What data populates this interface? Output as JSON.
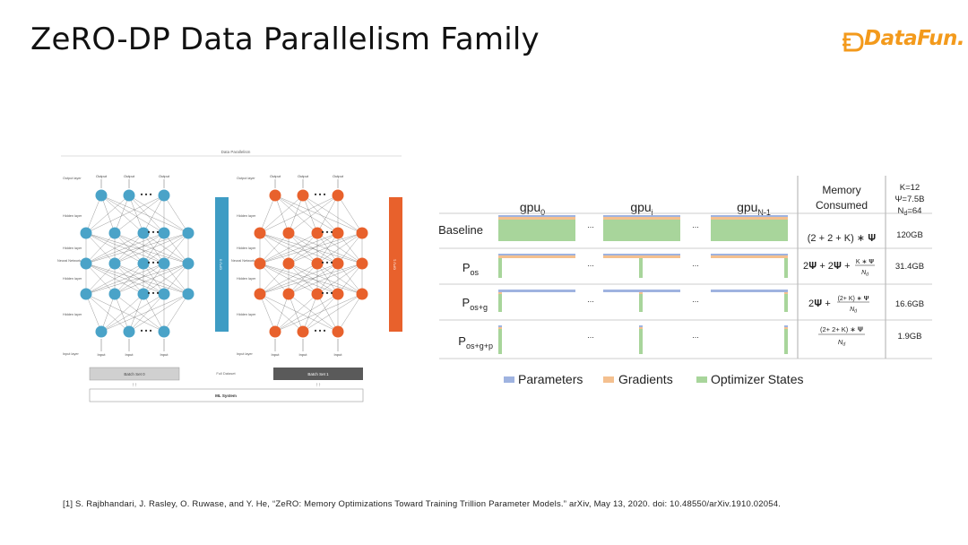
{
  "slide": {
    "title": "ZeRO-DP Data Parallelism Family",
    "logo": "DataFun.",
    "footnote": "[1] S. Rajbhandari, J. Rasley, O. Ruwase, and Y. He, “ZeRO: Memory Optimizations Toward Training Trillion Parameter Models.” arXiv, May 13, 2020. doi: 10.48550/arXiv.1910.02054."
  },
  "nn_figure": {
    "top_title": "Data Parallelism",
    "output_layer": "Output layer",
    "hidden_layer": "Hidden layer",
    "neural_network": "Neural Network",
    "input_layer": "Input layer",
    "output_label": "Output",
    "input_label": "Input",
    "gpu0": "GPU 0",
    "gpu1": "GPU 1",
    "batch0": "Batch Set 0",
    "batch1": "Batch Set 1",
    "full_dataset": "Full Dataset",
    "ml_system": "ML System",
    "colors": {
      "gpu0": "#3e9cc4",
      "gpu1": "#e8612c",
      "node0": "#4aa3c8",
      "node1": "#e8612c"
    }
  },
  "zero_table": {
    "gpu_headers": [
      "gpu",
      "gpu",
      "gpu"
    ],
    "gpu_subscripts": [
      "0",
      "i",
      "N-1"
    ],
    "memory_header": [
      "Memory",
      "Consumed"
    ],
    "params_header": [
      "K=12",
      "Ψ=7.5B",
      "N",
      "d",
      "=64"
    ],
    "ellipsis": "...",
    "rows": [
      {
        "label": "Baseline",
        "sub": "",
        "formula": "(2 + 2 + K) ∗ Ψ",
        "memory": "120GB"
      },
      {
        "label": "P",
        "sub": "os",
        "formula": "2Ψ + 2Ψ + K ∗ Ψ / N_d",
        "memory": "31.4GB"
      },
      {
        "label": "P",
        "sub": "os+g",
        "formula": "2Ψ + (2 + K) ∗ Ψ / N_d",
        "memory": "16.6GB"
      },
      {
        "label": "P",
        "sub": "os+g+p",
        "formula": "(2 + 2 + K) ∗ Ψ / N_d",
        "memory": "1.9GB"
      }
    ],
    "formula_parts": {
      "r0": "(2 + 2 + K) ∗ 𝚿",
      "r1a": "2𝚿 + 2𝚿 +",
      "r1n": "K ∗ 𝚿",
      "r1d": "N",
      "r1ds": "d",
      "r2a": "2𝚿 +",
      "r2n": "(2+ K) ∗ 𝚿",
      "r2d": "N",
      "r2ds": "d",
      "r3n": "(2+ 2+ K) ∗ 𝚿",
      "r3d": "N",
      "r3ds": "d"
    }
  },
  "legend": {
    "items": [
      {
        "label": "Parameters",
        "color": "#9fb3e0"
      },
      {
        "label": "Gradients",
        "color": "#f4c08f"
      },
      {
        "label": "Optimizer States",
        "color": "#a8d59b"
      }
    ]
  }
}
